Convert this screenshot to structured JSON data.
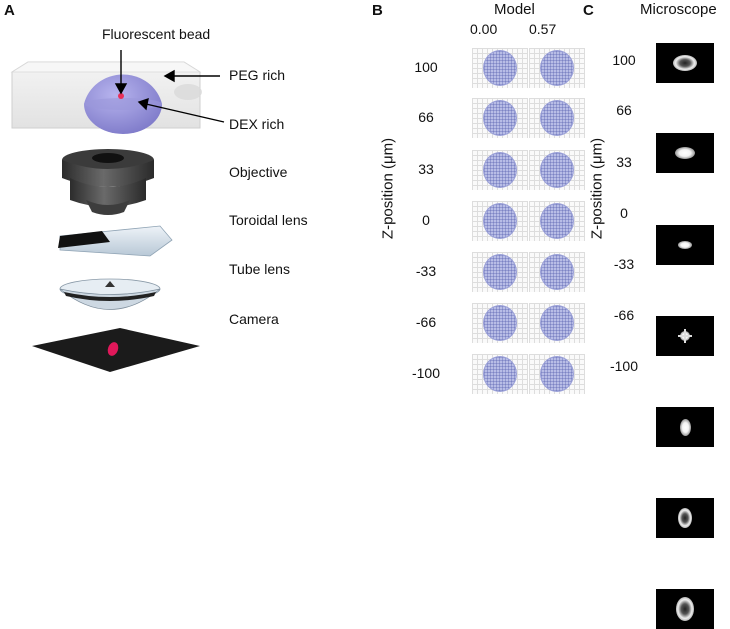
{
  "panels": {
    "a": "A",
    "b": "B",
    "c": "C"
  },
  "panel_a": {
    "labels": {
      "bead": "Fluorescent bead",
      "peg": "PEG rich",
      "dex": "DEX rich",
      "objective": "Objective",
      "toroidal": "Toroidal lens",
      "tube": "Tube lens",
      "camera": "Camera"
    }
  },
  "panel_b": {
    "title": "Model",
    "columns": [
      "0.00",
      "0.57"
    ],
    "y_label": "Z-position (μm)"
  },
  "panel_c": {
    "title": "Microscope",
    "y_label": "Z-position (μm)"
  },
  "z_positions": [
    "100",
    "66",
    "33",
    "0",
    "-33",
    "-66",
    "-100"
  ],
  "colors": {
    "dex_phase": "#8a86d6",
    "bead": "#e8305a",
    "model_spot": "#b8bde6",
    "camera_spot": "#e0185a"
  }
}
